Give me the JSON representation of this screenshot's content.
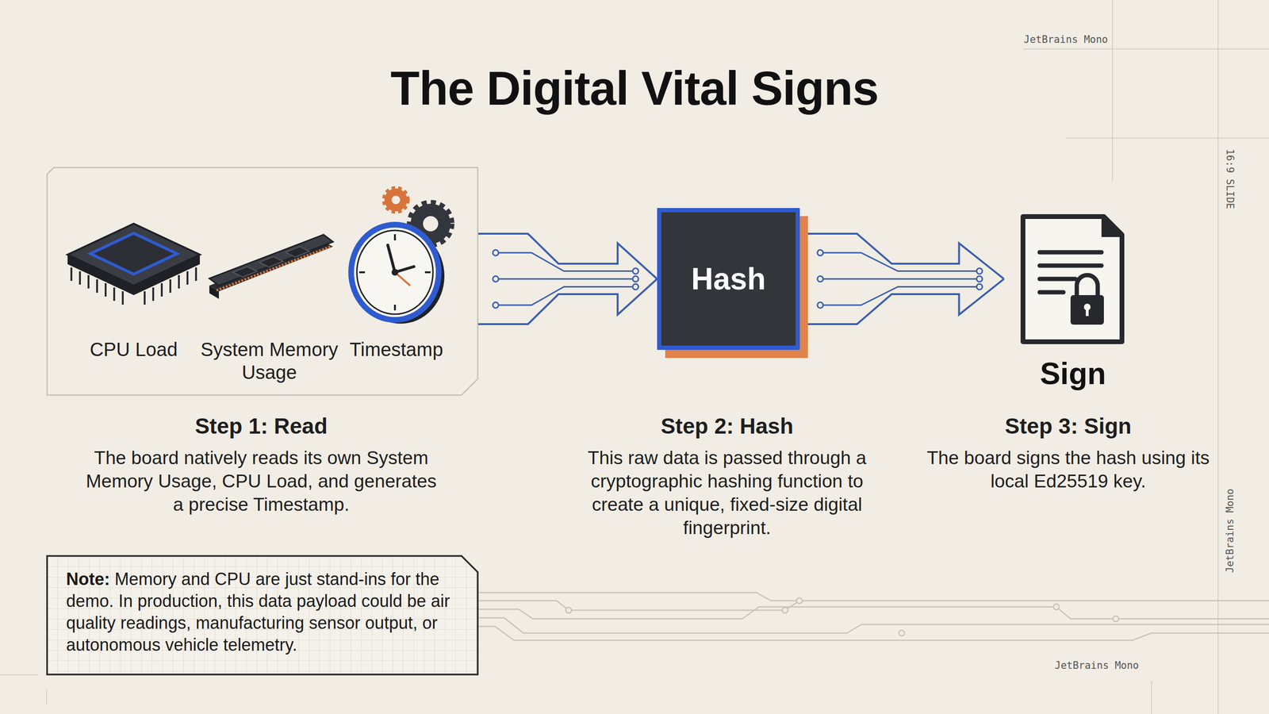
{
  "diagram": {
    "title": "The Digital Vital Signs",
    "nodes": [
      {
        "text": [
          "CPU Load",
          "System Memory Usage",
          "Timestamp"
        ]
      },
      {
        "text": [
          "Hash"
        ]
      },
      {
        "text": [
          "Sign"
        ]
      },
      {
        "text": [
          "Note:",
          "Memory and CPU are just stand-ins for the demo. In production, this data payload could be air quality readings, manufacturing sensor output, or autonomous vehicle telemetry."
        ]
      }
    ],
    "edges": [
      {
        "from": 0,
        "to": 1,
        "arrow": "to"
      },
      {
        "from": 1,
        "to": 2,
        "arrow": "to"
      }
    ],
    "labels": [
      "Step 1: Read",
      "The board natively reads its own System Memory Usage, CPU Load, and generates a precise Timestamp.",
      "Step 2: Hash",
      "This raw data is passed through a cryptographic hashing function to create a unique, fixed-size digital fingerprint.",
      "Step 3: Sign",
      "The board signs the hash using its local Ed25519 key.",
      "JetBrains Mono",
      "16:9 SLIDE",
      "JetBrains Mono",
      "JetBrains Mono"
    ]
  }
}
